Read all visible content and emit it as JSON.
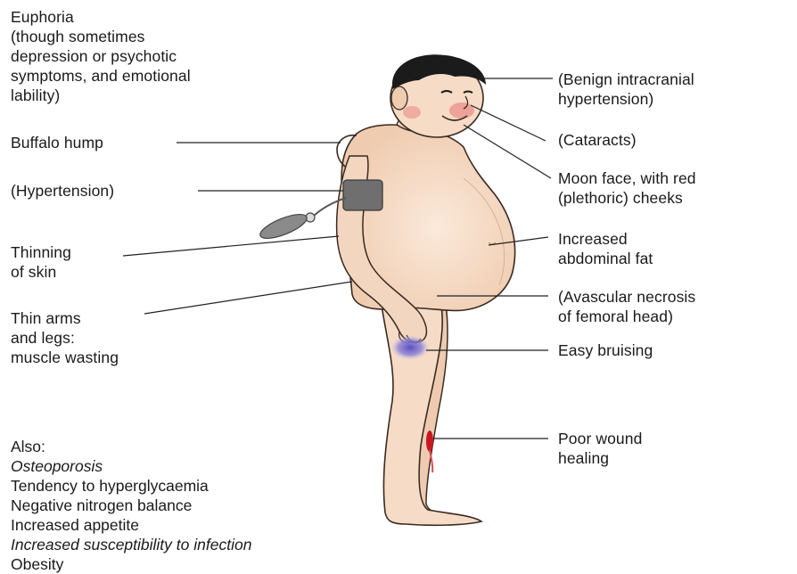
{
  "labels_left": {
    "euphoria": "Euphoria\n(though sometimes\ndepression or psychotic\nsymptoms, and emotional\nlability)",
    "buffalo_hump": "Buffalo hump",
    "hypertension": "(Hypertension)",
    "thinning_skin": "Thinning\nof skin",
    "thin_arms": "Thin arms\nand legs:\nmuscle wasting"
  },
  "labels_right": {
    "intracranial": "(Benign intracranial\nhypertension)",
    "cataracts": "(Cataracts)",
    "moon_face": "Moon face, with red\n(plethoric) cheeks",
    "abdominal_fat": "Increased\nabdominal fat",
    "avascular": "(Avascular necrosis\nof femoral head)",
    "bruising": "Easy bruising",
    "wound": "Poor wound\nhealing"
  },
  "also": {
    "heading": "Also:",
    "items": [
      {
        "text": "Osteoporosis",
        "italic": true
      },
      {
        "text": "Tendency to hyperglycaemia",
        "italic": false
      },
      {
        "text": "Negative nitrogen balance",
        "italic": false
      },
      {
        "text": "Increased appetite",
        "italic": false
      },
      {
        "text": "Increased susceptibility to infection",
        "italic": true
      },
      {
        "text": "Obesity",
        "italic": false
      }
    ]
  },
  "colors": {
    "skin": "#f6dcc6",
    "skin_shadow": "#e9c3a6",
    "outline": "#3a2a22",
    "hair": "#1b1b1b",
    "cuff": "#6f6f6f",
    "bruise": "#6a5bc0",
    "wound": "#c8181e",
    "cheek": "#e87c7c",
    "leader": "#222222"
  }
}
